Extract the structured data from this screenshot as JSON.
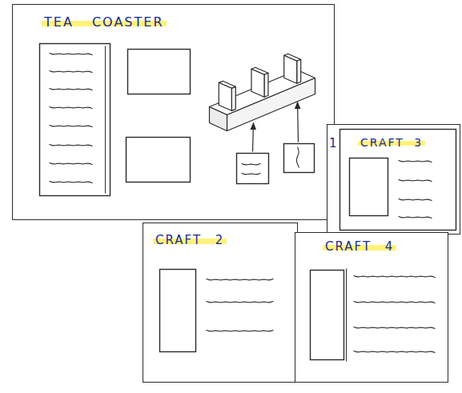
{
  "diagram": {
    "nodes": [
      {
        "text": [
          "TEA COASTER"
        ]
      },
      {
        "text": [
          "CRAFT 3"
        ]
      },
      {
        "text": [
          "CRAFT 2"
        ]
      },
      {
        "text": [
          "CRAFT 4"
        ]
      }
    ],
    "labels": [
      "1"
    ]
  }
}
